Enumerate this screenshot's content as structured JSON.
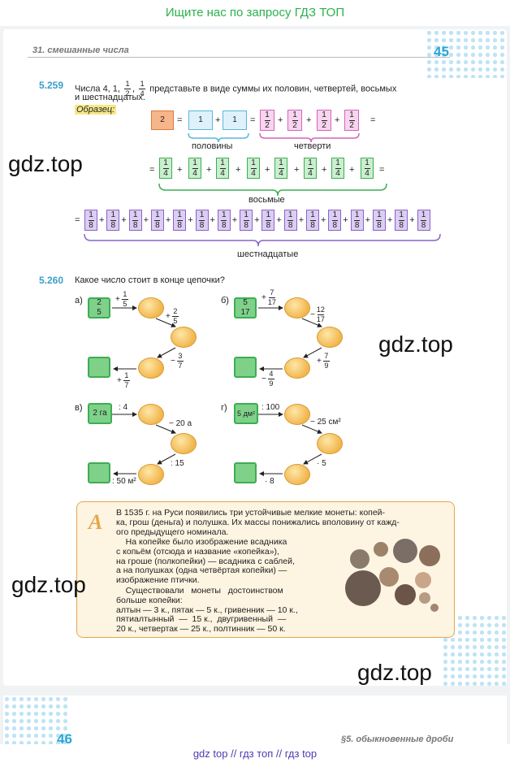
{
  "banner": "Ищите нас по запросу ГДЗ ТОП",
  "header": {
    "section": "31. смешанные числа",
    "page_number": "45"
  },
  "task_259": {
    "number": "5.259",
    "text_line1": "Числа 4, 1,",
    "text_line1b": "представьте в виде суммы их половин, четвертей, восьмых",
    "text_line2": "и шестнадцатых.",
    "fr1_n": "1",
    "fr1_d": "2",
    "fr2_n": "1",
    "fr2_d": "4",
    "sample_label": "Образец:",
    "two": "2",
    "one": "1",
    "half_n": "1",
    "half_d": "2",
    "quarter_n": "1",
    "quarter_d": "4",
    "eighth_n": "1",
    "eighth_d": "8",
    "label_halves": "половины",
    "label_quarters": "четверти",
    "label_eighths": "восьмые",
    "label_sixteenths": "шестнадцатые",
    "plus": "+",
    "eq": "="
  },
  "task_260": {
    "number": "5.260",
    "text": "Какое число стоит в конце цепочки?",
    "a": {
      "label": "а)",
      "start_n": "2",
      "start_d": "5",
      "op1_sign": "+",
      "op1_n": "1",
      "op1_d": "5",
      "op2_sign": "+",
      "op2_n": "2",
      "op2_d": "5",
      "op3_sign": "−",
      "op3_n": "3",
      "op3_d": "7",
      "op4_sign": "+",
      "op4_n": "1",
      "op4_d": "7"
    },
    "b": {
      "label": "б)",
      "start_n": "5",
      "start_d": "17",
      "op1_sign": "+",
      "op1_n": "7",
      "op1_d": "17",
      "op2_sign": "−",
      "op2_n": "12",
      "op2_d": "17",
      "op3_sign": "+",
      "op3_n": "7",
      "op3_d": "9",
      "op4_sign": "−",
      "op4_n": "4",
      "op4_d": "9"
    },
    "v": {
      "label": "в)",
      "start": "2 га",
      "op1": ": 4",
      "op2": "− 20 а",
      "op3": ": 15",
      "op4": ": 50 м²"
    },
    "g": {
      "label": "г)",
      "start": "5 дм²",
      "op1": ": 100",
      "op2": "− 25 см²",
      "op3": "· 5",
      "op4": "· 8"
    }
  },
  "history": {
    "letter": "А",
    "p1": "В 1535 г. на Руси появились три устойчивые мелкие монеты: копей-\nка, грош (деньга) и полушка. Их массы понижались вполовину от кажд-\nого предыдущего номинала.",
    "p2": "    На копейке было изображение всадника\nс копьём (отсюда и название «копейка»),\nна гроше (полкопейки) — всадника с саблей,\nа на полушках (одна четвёртая копейки) —\nизображение птички.",
    "p3": "    Существовали   монеты   достоинством\nбольше копейки:\nалтын — 3 к., пятак — 5 к., гривенник — 10 к.,\nпятиалтынный  —  15 к.,  двугривенный  —\n20 к., четвертак — 25 к., полтинник — 50 к."
  },
  "watermarks": [
    "gdz.top",
    "gdz.top",
    "gdz.top",
    "gdz.top"
  ],
  "next_page": {
    "number": "46",
    "section": "§5. обыкновенные дроби"
  },
  "footer": "gdz top  //  гдз топ  //  гдз top"
}
